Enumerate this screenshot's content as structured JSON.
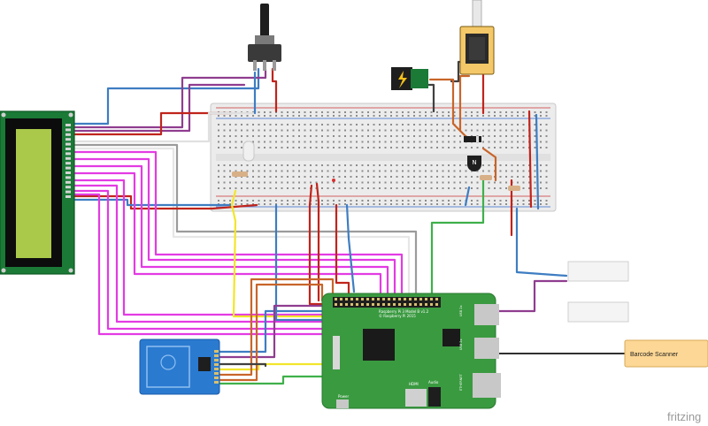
{
  "barcode_scanner": {
    "label": "Barcode Scanner"
  },
  "watermark": {
    "text": "fritzing"
  },
  "raspberry_pi": {
    "silk_title": "Raspberry Pi 3 Model B v1.2",
    "silk_copyright": "© Raspberry Pi 2015",
    "power_label": "Power",
    "hdmi_label": "HDMI",
    "audio_label": "Audio",
    "usb_label_1": "USB 2x",
    "usb_label_2": "USB 2x",
    "ethernet_label": "ETHERNET"
  },
  "wire_colors": {
    "red": "#c0241c",
    "blue": "#3e7dc2",
    "purple": "#8f3d8f",
    "magenta": "#e33be3",
    "gray": "#9b9b9b",
    "white": "#ececec",
    "yellow": "#f2e52b",
    "green": "#3fb04b",
    "orange": "#c8652a",
    "dark": "#404040"
  },
  "board_colors": {
    "lcd_pcb": "#1a7a36",
    "lcd_screen": "#aac84a",
    "pi_pcb": "#3a9a40",
    "rfid_pcb": "#2a7ad0",
    "breadboard": "#ececec",
    "scanner_body": "#fcd795"
  }
}
